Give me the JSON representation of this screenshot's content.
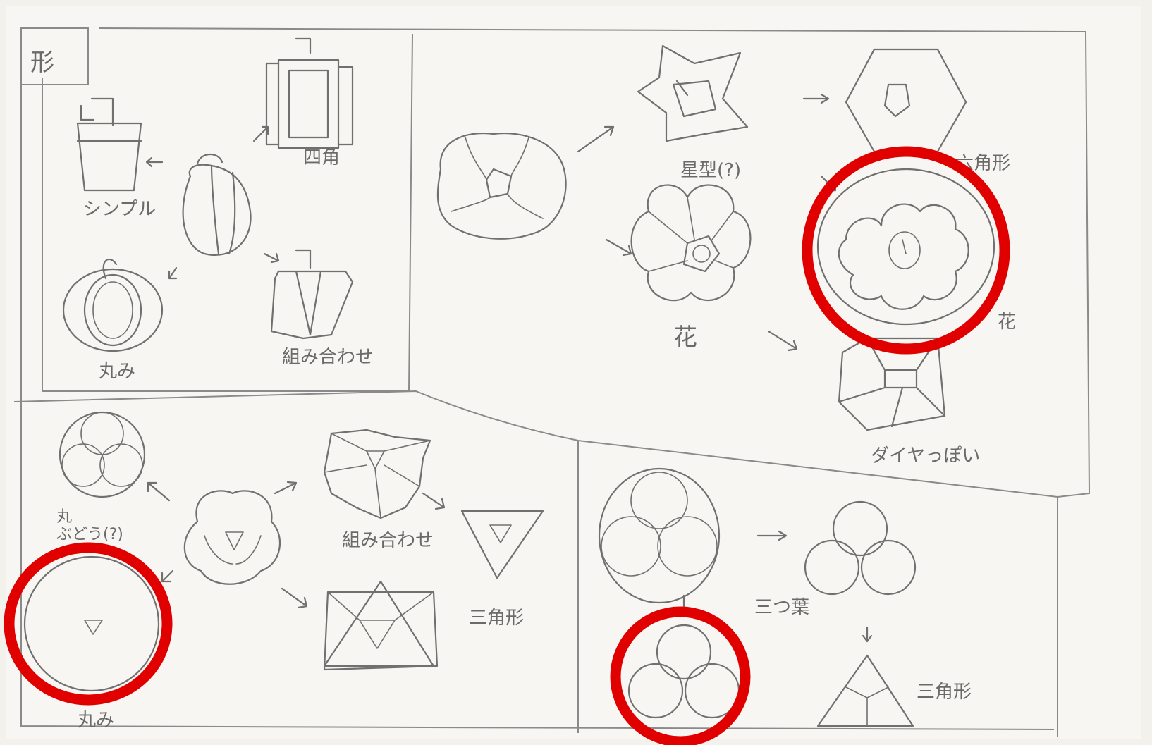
{
  "page": {
    "heading": "形"
  },
  "labels": {
    "simple": "シンプル",
    "four_sided": "四角",
    "round": "丸み",
    "combination_1": "組み合わせ",
    "star": "星型(?)",
    "hexagon": "六角形",
    "flower": "花",
    "diamond_like": "ダイヤっぽい",
    "round_grape": "丸\nぶどう(?)",
    "combination_2": "組み合わせ",
    "triangle_1": "三角形",
    "trefoil": "三つ葉",
    "triangle_2": "三角形"
  },
  "colors": {
    "paper": "#f2f1ec",
    "pencil": "#707070",
    "highlight": "#e10000"
  }
}
